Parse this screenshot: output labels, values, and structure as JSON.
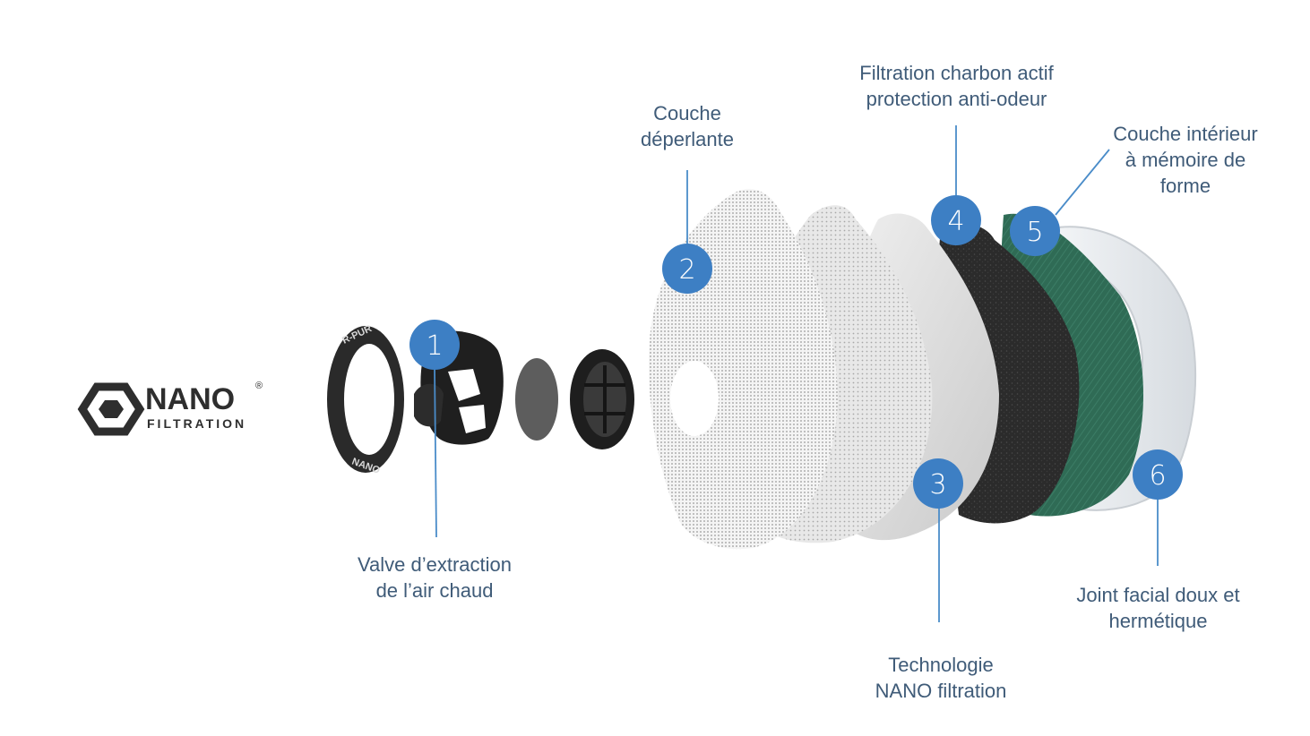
{
  "logo": {
    "word": "NANO",
    "subword": "FILTRATION",
    "registered": "®"
  },
  "ring": {
    "top_text": "R-PUR",
    "bottom_text": "NANO"
  },
  "callouts": [
    {
      "number": "1",
      "lines": [
        "Valve d’extraction",
        "de l’air chaud"
      ]
    },
    {
      "number": "2",
      "lines": [
        "Couche",
        "déperlante"
      ]
    },
    {
      "number": "3",
      "lines": [
        "Technologie",
        "NANO filtration"
      ]
    },
    {
      "number": "4",
      "lines": [
        "Filtration charbon actif",
        "protection anti-odeur"
      ]
    },
    {
      "number": "5",
      "lines": [
        "Couche intérieur",
        "à mémoire de",
        "forme"
      ]
    },
    {
      "number": "6",
      "lines": [
        "Joint facial doux et",
        "hermétique"
      ]
    }
  ],
  "colors": {
    "badge": "#3d7fc4",
    "label_text": "#3f5b78",
    "leader": "#4a8cc9",
    "inner_layer": "#2f6b55",
    "carbon_layer": "#2b2b2b",
    "seal": "#e6e9ec"
  }
}
